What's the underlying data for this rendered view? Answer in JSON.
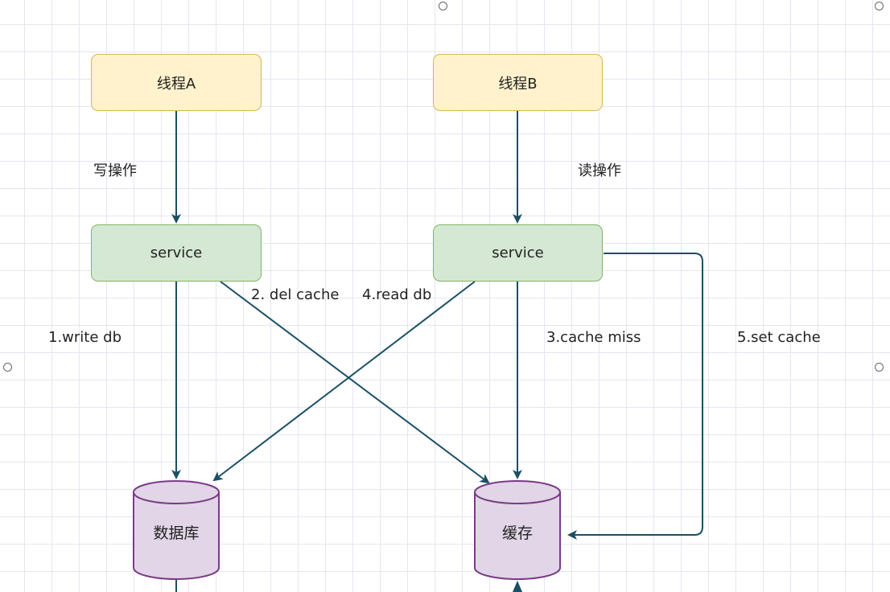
{
  "threads": {
    "a": "线程A",
    "b": "线程B"
  },
  "services": {
    "a": "service",
    "b": "service"
  },
  "stores": {
    "db": "数据库",
    "cache": "缓存"
  },
  "edge_labels": {
    "write_op": "写操作",
    "read_op": "读操作",
    "write_db": "1.write db",
    "del_cache": "2. del cache",
    "cache_miss": "3.cache miss",
    "read_db": "4.read db",
    "set_cache": "5.set cache"
  },
  "colors": {
    "arrow": "#1b4f63",
    "thread_fill": "#fff2cc",
    "thread_stroke": "#d6b656",
    "service_fill": "#d5e8d4",
    "service_stroke": "#82b366",
    "store_fill": "#e1d5e7",
    "store_stroke": "#7a3b86"
  }
}
